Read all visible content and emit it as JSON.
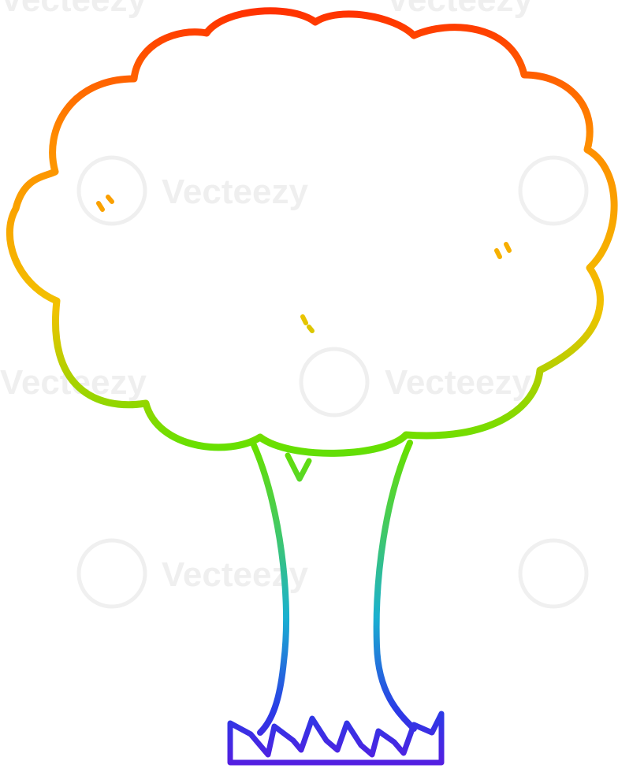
{
  "watermark": {
    "text": "Vecteezy"
  },
  "illustration": {
    "subject": "cartoon tree",
    "style": "rainbow gradient outline",
    "colors": {
      "top": "#ff2a00",
      "orange": "#ff8c00",
      "yellow": "#f2c200",
      "green": "#66e000",
      "cyan": "#1ab0d0",
      "blue": "#2a3be6",
      "bottom": "#5a1ae0"
    }
  }
}
